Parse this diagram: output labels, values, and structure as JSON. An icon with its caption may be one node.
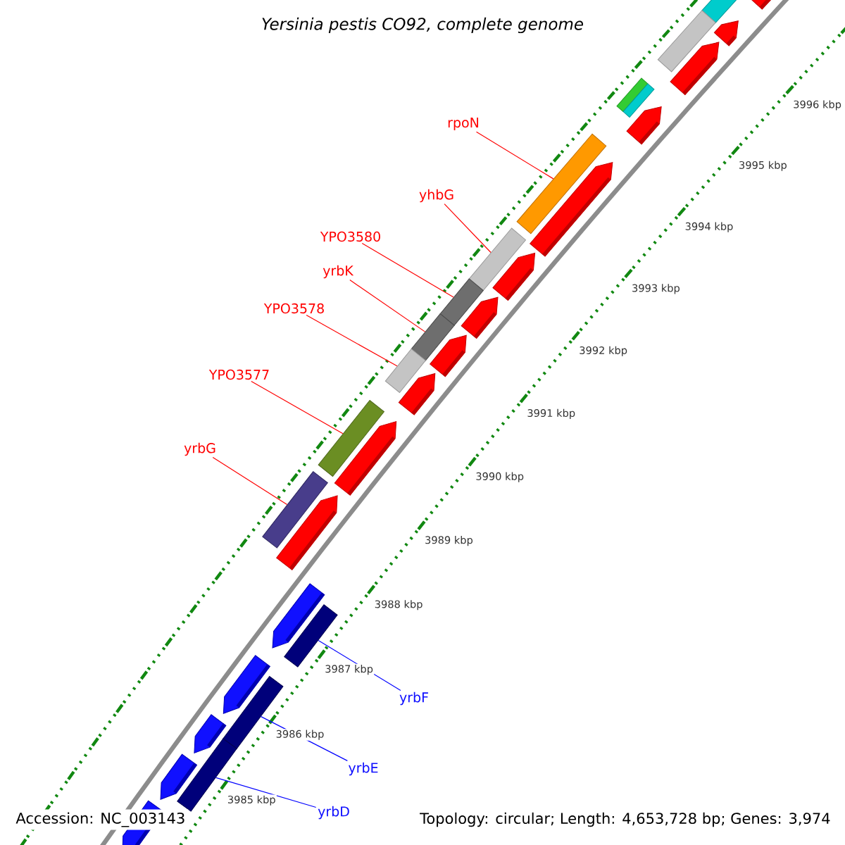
{
  "diagram": {
    "title": "Yersinia pestis CO92, complete genome",
    "nodes": [
      {
        "text": [
          "rpoN"
        ]
      },
      {
        "text": [
          "yhbG"
        ]
      },
      {
        "text": [
          "YPO3580"
        ]
      },
      {
        "text": [
          "yrbK"
        ]
      },
      {
        "text": [
          "YPO3578"
        ]
      },
      {
        "text": [
          "YPO3577"
        ]
      },
      {
        "text": [
          "yrbG"
        ]
      },
      {
        "text": [],
        "shape": "bar"
      },
      {
        "text": [],
        "shape": "bar"
      },
      {
        "text": [],
        "shape": "bar"
      },
      {
        "text": [],
        "shape": "bar"
      },
      {
        "text": [],
        "shape": "bar"
      },
      {
        "text": [],
        "shape": "bar"
      },
      {
        "text": [],
        "shape": "bar"
      },
      {
        "text": [
          "yrbF"
        ]
      },
      {
        "text": [
          "yrbE"
        ]
      },
      {
        "text": [
          "yrbD"
        ]
      },
      {
        "text": [],
        "shape": "bar"
      },
      {
        "text": [],
        "shape": "bar"
      },
      {
        "text": [],
        "shape": "bar"
      },
      {
        "text": [],
        "shape": "bar"
      },
      {
        "text": [],
        "shape": "bar"
      },
      {
        "text": [],
        "shape": "bar"
      },
      {
        "text": [],
        "shape": "bar"
      }
    ],
    "edges": [
      {
        "from": 0,
        "to": 7,
        "arrow": "none"
      },
      {
        "from": 1,
        "to": 8,
        "arrow": "none"
      },
      {
        "from": 2,
        "to": 9,
        "arrow": "none"
      },
      {
        "from": 3,
        "to": 10,
        "arrow": "none"
      },
      {
        "from": 4,
        "to": 11,
        "arrow": "none"
      },
      {
        "from": 5,
        "to": 12,
        "arrow": "none"
      },
      {
        "from": 6,
        "to": 13,
        "arrow": "none"
      },
      {
        "from": 14,
        "to": 17,
        "arrow": "none",
        "color": "#0000ff"
      },
      {
        "from": 15,
        "to": 18,
        "arrow": "none",
        "color": "#0000ff"
      },
      {
        "from": 16,
        "to": 19,
        "arrow": "none",
        "color": "#0000ff"
      }
    ],
    "labels": [
      "3996 kbp",
      "3995 kbp",
      "3994 kbp",
      "3993 kbp",
      "3992 kbp",
      "3991 kbp",
      "3990 kbp",
      "3989 kbp",
      "3988 kbp",
      "3987 kbp",
      "3986 kbp",
      "3985 kbp",
      "Accession: NC_003143",
      "Topology: circular; Length: 4,653,728 bp; Genes: 3,974"
    ]
  }
}
